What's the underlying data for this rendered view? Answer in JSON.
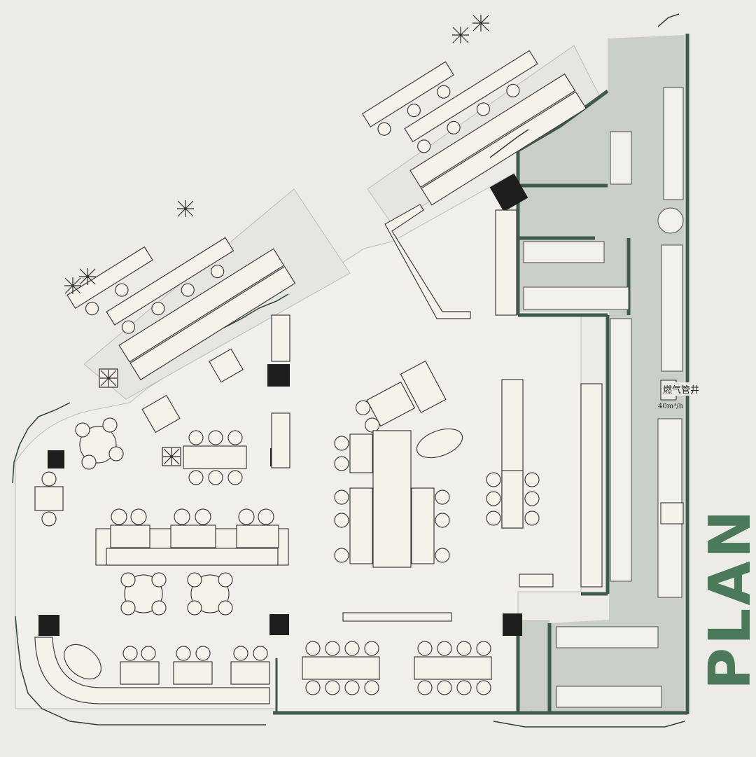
{
  "title": "PLAN",
  "gas_shaft": {
    "label": "燃气管井",
    "capacity": "40m³/h"
  },
  "colors": {
    "background": "#ecebe6",
    "floor": "#f0efea",
    "kitchen": "#c9cfc6",
    "wall": "#3e5a48",
    "accent_text": "#4a7a5a",
    "furniture_fill": "#f6f2ea",
    "line": "#3d3d3d"
  }
}
